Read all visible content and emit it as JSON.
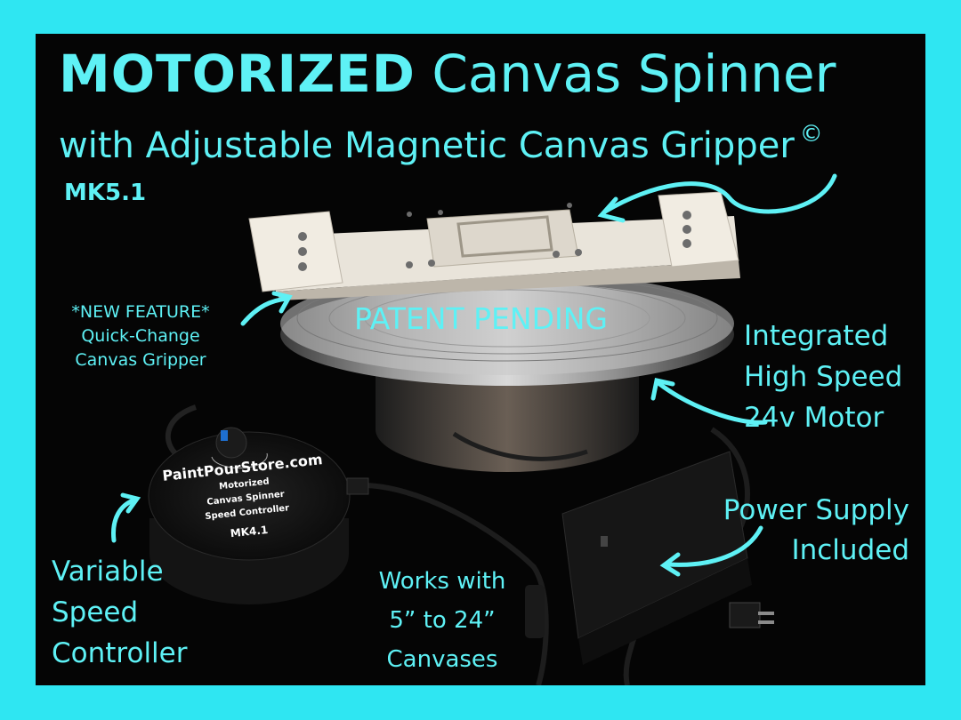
{
  "title": {
    "line1_bold": "MOTORIZED",
    "line1_rest": "Canvas Spinner",
    "line2": "with Adjustable Magnetic Canvas Gripper",
    "copyright": "©",
    "model": "MK5.1"
  },
  "callouts": {
    "new_feature": [
      "*NEW FEATURE*",
      "Quick-Change",
      "Canvas Gripper"
    ],
    "patent": "PATENT PENDING",
    "motor": [
      "Integrated",
      "High Speed",
      "24v Motor"
    ],
    "power": [
      "Power Supply",
      "Included"
    ],
    "canvases": [
      "Works with",
      "5” to 24”",
      "Canvases"
    ],
    "controller": [
      "Variable",
      "Speed",
      "Controller"
    ]
  },
  "controller_label": {
    "brand": "PaintPourStore.com",
    "lines": [
      "Motorized",
      "Canvas Spinner",
      "Speed Controller"
    ],
    "model": "MK4.1"
  },
  "colors": {
    "accent": "#5ef1f5",
    "border": "#2fe6f2",
    "background": "#050505"
  }
}
